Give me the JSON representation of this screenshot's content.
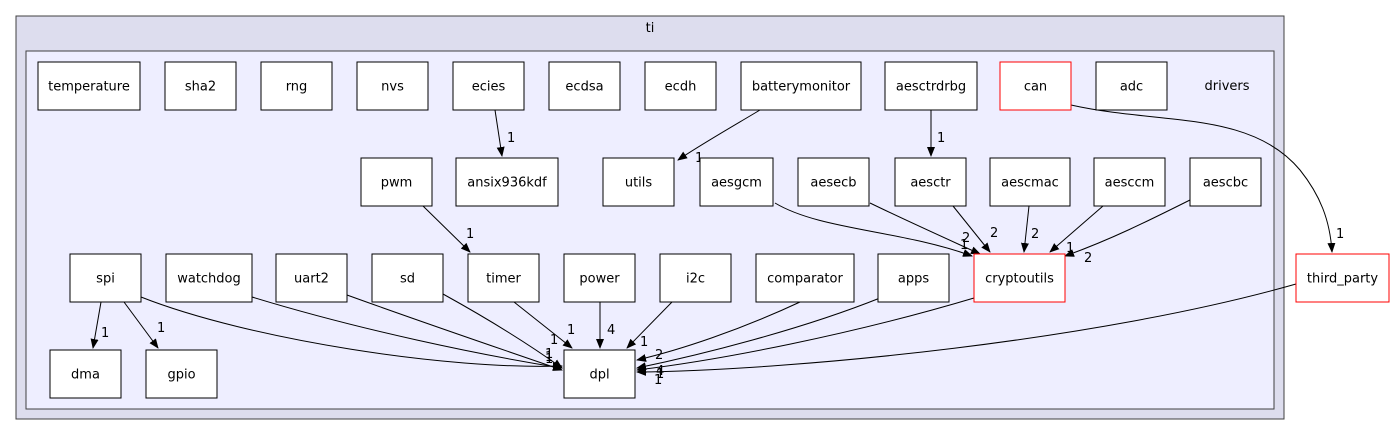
{
  "diagram": {
    "outer_cluster": {
      "label": "ti"
    },
    "inner_cluster": {
      "label": "drivers"
    },
    "nodes": [
      {
        "id": "temperature",
        "label": "temperature"
      },
      {
        "id": "sha2",
        "label": "sha2"
      },
      {
        "id": "rng",
        "label": "rng"
      },
      {
        "id": "nvs",
        "label": "nvs"
      },
      {
        "id": "ecies",
        "label": "ecies"
      },
      {
        "id": "ecdsa",
        "label": "ecdsa"
      },
      {
        "id": "ecdh",
        "label": "ecdh"
      },
      {
        "id": "batterymonitor",
        "label": "batterymonitor"
      },
      {
        "id": "aesctrdrbg",
        "label": "aesctrdrbg"
      },
      {
        "id": "can",
        "label": "can",
        "highlight": true
      },
      {
        "id": "adc",
        "label": "adc"
      },
      {
        "id": "pwm",
        "label": "pwm"
      },
      {
        "id": "ansix936kdf",
        "label": "ansix936kdf"
      },
      {
        "id": "utils",
        "label": "utils"
      },
      {
        "id": "aesgcm",
        "label": "aesgcm"
      },
      {
        "id": "aesecb",
        "label": "aesecb"
      },
      {
        "id": "aesctr",
        "label": "aesctr"
      },
      {
        "id": "aescmac",
        "label": "aescmac"
      },
      {
        "id": "aesccm",
        "label": "aesccm"
      },
      {
        "id": "aescbc",
        "label": "aescbc"
      },
      {
        "id": "spi",
        "label": "spi"
      },
      {
        "id": "watchdog",
        "label": "watchdog"
      },
      {
        "id": "uart2",
        "label": "uart2"
      },
      {
        "id": "sd",
        "label": "sd"
      },
      {
        "id": "timer",
        "label": "timer"
      },
      {
        "id": "power",
        "label": "power"
      },
      {
        "id": "i2c",
        "label": "i2c"
      },
      {
        "id": "comparator",
        "label": "comparator"
      },
      {
        "id": "apps",
        "label": "apps"
      },
      {
        "id": "cryptoutils",
        "label": "cryptoutils",
        "highlight": true
      },
      {
        "id": "dma",
        "label": "dma"
      },
      {
        "id": "gpio",
        "label": "gpio"
      },
      {
        "id": "dpl",
        "label": "dpl"
      },
      {
        "id": "third_party",
        "label": "third_party",
        "highlight": true
      }
    ],
    "edges": [
      {
        "from": "ecies",
        "to": "ansix936kdf",
        "label": "1"
      },
      {
        "from": "batterymonitor",
        "to": "utils",
        "label": "1"
      },
      {
        "from": "aesctrdrbg",
        "to": "aesctr",
        "label": "1"
      },
      {
        "from": "can",
        "to": "third_party",
        "label": "1"
      },
      {
        "from": "pwm",
        "to": "timer",
        "label": "1"
      },
      {
        "from": "aesgcm",
        "to": "cryptoutils",
        "label": "1"
      },
      {
        "from": "aesecb",
        "to": "cryptoutils",
        "label": "2"
      },
      {
        "from": "aesctr",
        "to": "cryptoutils",
        "label": "2"
      },
      {
        "from": "aescmac",
        "to": "cryptoutils",
        "label": "2"
      },
      {
        "from": "aesccm",
        "to": "cryptoutils",
        "label": "1"
      },
      {
        "from": "aescbc",
        "to": "cryptoutils",
        "label": "2"
      },
      {
        "from": "spi",
        "to": "dma",
        "label": "1"
      },
      {
        "from": "spi",
        "to": "gpio",
        "label": "1"
      },
      {
        "from": "spi",
        "to": "dpl",
        "label": "1"
      },
      {
        "from": "watchdog",
        "to": "dpl",
        "label": "1"
      },
      {
        "from": "uart2",
        "to": "dpl",
        "label": "1"
      },
      {
        "from": "sd",
        "to": "dpl",
        "label": "1"
      },
      {
        "from": "timer",
        "to": "dpl",
        "label": "1"
      },
      {
        "from": "power",
        "to": "dpl",
        "label": "4"
      },
      {
        "from": "i2c",
        "to": "dpl",
        "label": "1"
      },
      {
        "from": "comparator",
        "to": "dpl",
        "label": "2"
      },
      {
        "from": "apps",
        "to": "dpl",
        "label": "1"
      },
      {
        "from": "cryptoutils",
        "to": "dpl",
        "label": "4"
      },
      {
        "from": "third_party",
        "to": "dpl",
        "label": "1"
      }
    ]
  }
}
